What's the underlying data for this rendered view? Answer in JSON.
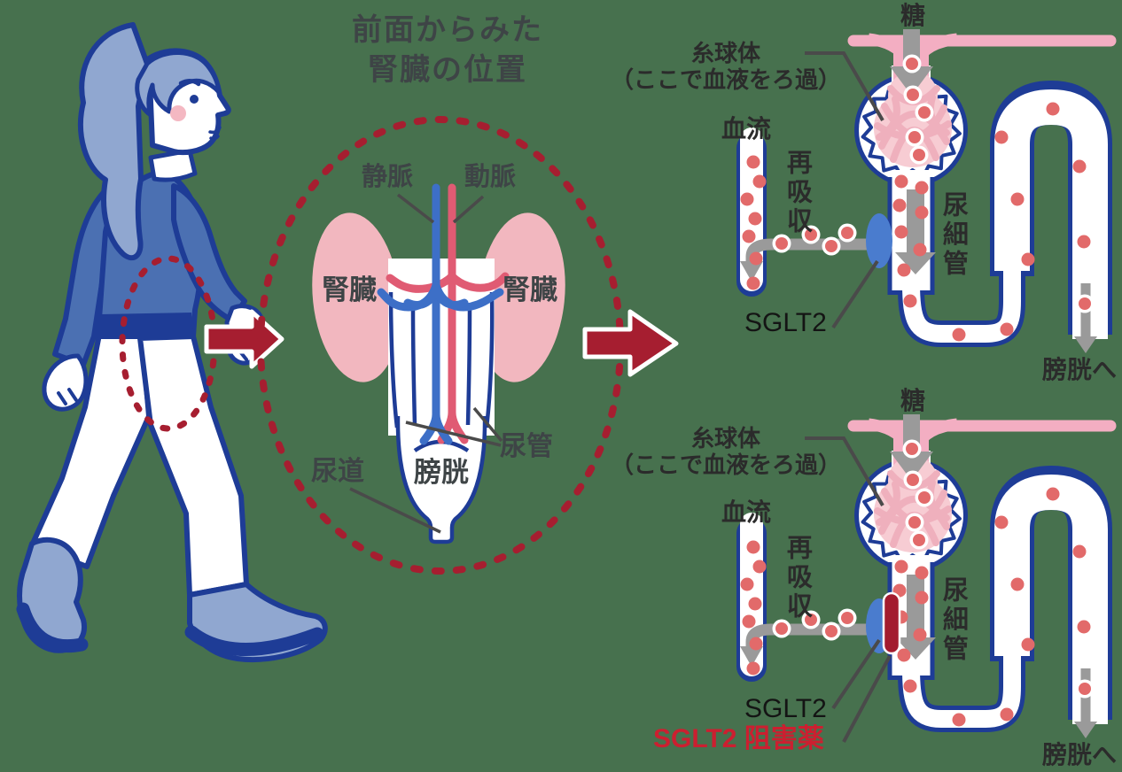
{
  "colors": {
    "background": "#47714E",
    "outline_navy": "#1E3C96",
    "sweater_blue": "#4B70B2",
    "hair_blue": "#90A7D0",
    "kidney_pink": "#F2B7BF",
    "glomerulus_pink": "#F7CCD3",
    "glomerulus_strand_pink": "#EFB0BD",
    "tube_pink": "#F3AEC2",
    "crimson_accent": "#A61E30",
    "glucose_dot_red": "#E26A6A",
    "arrow_gray": "#9A9A9A",
    "pointer_line_gray": "#4A4A4A",
    "vein_blue": "#3D6FC7",
    "artery_red": "#E05B73",
    "sglt2_blue": "#4A7CCE",
    "inhibitor_dark_red": "#A31B2E",
    "inhibitor_label_red": "#CC1F30",
    "label_text": "#3E4446"
  },
  "center_diagram": {
    "title_line1": "前面からみた",
    "title_line2": "腎臓の位置",
    "labels": {
      "vein": "静脈",
      "artery": "動脈",
      "kidney_left": "腎臓",
      "kidney_right": "腎臓",
      "ureter": "尿管",
      "urethra": "尿道",
      "bladder": "膀胱"
    }
  },
  "nephron_top": {
    "sugar": "糖",
    "glomerulus_name": "糸球体",
    "glomerulus_note": "（ここで血液をろ過）",
    "blood_flow": "血流",
    "reabsorption": "再吸収",
    "tubule": "尿細管",
    "sglt2": "SGLT2",
    "to_bladder": "膀胱へ"
  },
  "nephron_bottom": {
    "sugar": "糖",
    "glomerulus_name": "糸球体",
    "glomerulus_note": "（ここで血液をろ過）",
    "blood_flow": "血流",
    "reabsorption": "再吸収",
    "tubule": "尿細管",
    "sglt2": "SGLT2",
    "sglt2_inhibitor": "SGLT2 阻害薬",
    "to_bladder": "膀胱へ"
  }
}
